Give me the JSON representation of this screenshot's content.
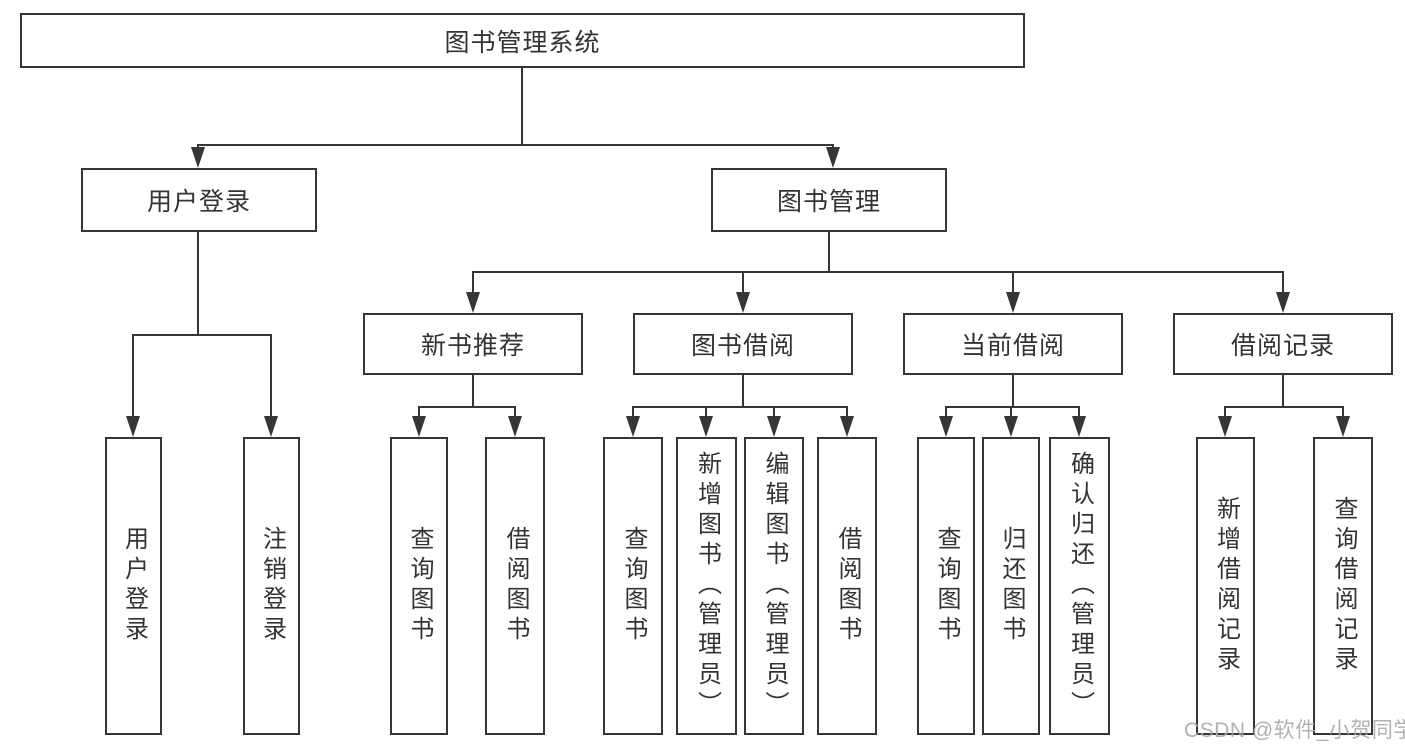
{
  "diagram": {
    "root": "图书管理系统",
    "level2": [
      "用户登录",
      "图书管理"
    ],
    "level3": [
      "新书推荐",
      "图书借阅",
      "当前借阅",
      "借阅记录"
    ],
    "leaves_user_login": [
      "用户登录",
      "注销登录"
    ],
    "leaves_new_book": [
      "查询图书",
      "借阅图书"
    ],
    "leaves_book_borrow": [
      "查询图书",
      "新增图书（管理员）",
      "编辑图书（管理员）",
      "借阅图书"
    ],
    "leaves_current_borrow": [
      "查询图书",
      "归还图书",
      "确认归还（管理员）"
    ],
    "leaves_borrow_records": [
      "新增借阅记录",
      "查询借阅记录"
    ]
  },
  "watermark": "CSDN @软件_小贺同学",
  "colors": {
    "line": "#363636",
    "box_border": "#363636",
    "text": "#333333",
    "watermark": "#a8a8a8",
    "background": "#ffffff"
  }
}
